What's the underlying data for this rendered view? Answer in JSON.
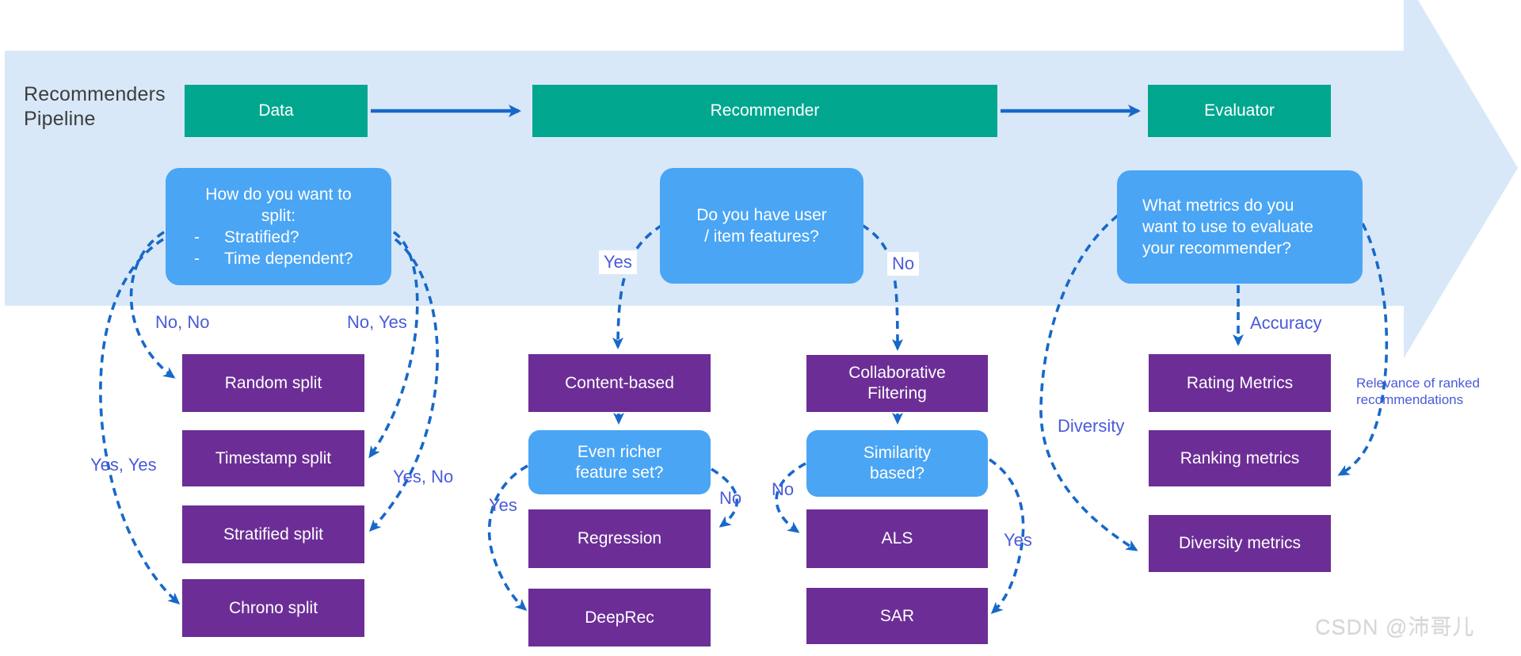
{
  "colors": {
    "band": "#d8e8f8",
    "stage_green": "#00a78e",
    "decision_blue": "#4aa5f4",
    "node_purple": "#6c2e96",
    "connector": "#1768c9",
    "edge_label": "#4a5bd8",
    "title_text": "#3d3d3d",
    "box_text": "#ffffff",
    "watermark": "#d7d7d7"
  },
  "title": {
    "line1": "Recommenders",
    "line2": "Pipeline"
  },
  "stages": {
    "data": "Data",
    "recommender": "Recommender",
    "evaluator": "Evaluator"
  },
  "decisions": {
    "split": {
      "line1": "How do you want to",
      "line2": "split:",
      "bullets": [
        {
          "marker": "-",
          "text": "Stratified?"
        },
        {
          "marker": "-",
          "text": "Time dependent?"
        }
      ]
    },
    "features": {
      "line1": "Do you have user",
      "line2": "/ item features?"
    },
    "metrics": {
      "line1": "What metrics do you",
      "line2": "want to use to evaluate",
      "line3": "your recommender?"
    }
  },
  "nodes": {
    "random_split": "Random split",
    "timestamp_split": "Timestamp split",
    "stratified_split": "Stratified split",
    "chrono_split": "Chrono split",
    "content_based": "Content-based",
    "even_richer": {
      "line1": "Even richer",
      "line2": "feature set?"
    },
    "regression": "Regression",
    "deeprec": "DeepRec",
    "collaborative": {
      "line1": "Collaborative",
      "line2": "Filtering"
    },
    "similarity": {
      "line1": "Similarity",
      "line2": "based?"
    },
    "als": "ALS",
    "sar": "SAR",
    "rating_metrics": "Rating Metrics",
    "ranking_metrics": "Ranking metrics",
    "diversity_metrics": "Diversity metrics"
  },
  "edge_labels": {
    "no_no": "No, No",
    "no_yes": "No, Yes",
    "yes_yes": "Yes, Yes",
    "yes_no": "Yes, No",
    "features_yes": "Yes",
    "features_no": "No",
    "richer_yes": "Yes",
    "richer_no": "No",
    "similarity_no": "No",
    "similarity_yes": "Yes",
    "accuracy": "Accuracy",
    "diversity": "Diversity",
    "relevance_line1": "Relevance of ranked",
    "relevance_line2": "recommendations"
  },
  "watermark": "CSDN @沛哥儿"
}
